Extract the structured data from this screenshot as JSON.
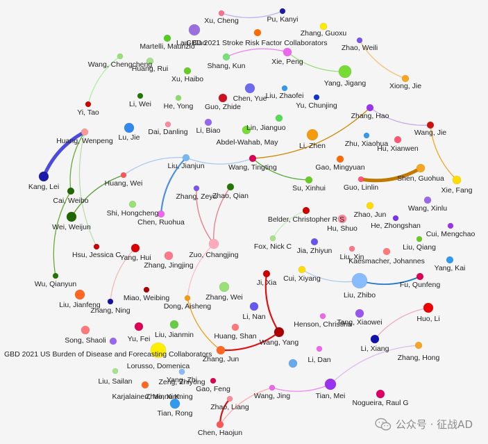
{
  "nodes": [
    {
      "label": "Xu, Cheng",
      "color": "#ff6f8a"
    },
    {
      "label": "Pu, Kanyi",
      "color": "#1a1aa8"
    },
    {
      "label": "Lau, Gao",
      "color": "#9b6ee0"
    },
    {
      "label": "GBD 2021 Stroke Risk Factor Collaborators",
      "color": "#ff6a00"
    },
    {
      "label": "Zhang, Guoxu",
      "color": "#ffea00"
    },
    {
      "label": "Martelli, Maurizio",
      "color": "#55cc22"
    },
    {
      "label": "Zhao, Weili",
      "color": "#7755ee"
    },
    {
      "label": "Wang, Chengcheng",
      "color": "#99e077"
    },
    {
      "label": "Huang, Rui",
      "color": "#a6e38a"
    },
    {
      "label": "Shang, Kun",
      "color": "#77e077"
    },
    {
      "label": "Xie, Peng",
      "color": "#ee66ee"
    },
    {
      "label": "Yang, Jigang",
      "color": "#77dd33"
    },
    {
      "label": "Xu, Haibo",
      "color": "#66cc22"
    },
    {
      "label": "Xiong, Jie",
      "color": "#f5a623"
    },
    {
      "label": "Yi, Tao",
      "color": "#cc0000"
    },
    {
      "label": "Li, Wei",
      "color": "#227700"
    },
    {
      "label": "He, Yong",
      "color": "#88dd66"
    },
    {
      "label": "Guo, Zhide",
      "color": "#cc1122"
    },
    {
      "label": "Chen, Yue",
      "color": "#6c6cee"
    },
    {
      "label": "Liu, Zhaofei",
      "color": "#3399ee"
    },
    {
      "label": "Yu, Chunjing",
      "color": "#1133cc"
    },
    {
      "label": "Zhang, Hao",
      "color": "#9933ee"
    },
    {
      "label": "Wang, Jie",
      "color": "#cc1111"
    },
    {
      "label": "Huang, Wenpeng",
      "color": "#ff9999"
    },
    {
      "label": "Lu, Jie",
      "color": "#3388ee"
    },
    {
      "label": "Dai, Danling",
      "color": "#ff8899"
    },
    {
      "label": "Li, Biao",
      "color": "#9966ee"
    },
    {
      "label": "Lin, Jianguo",
      "color": "#77dd33"
    },
    {
      "label": "Abdel-Wahab, May",
      "color": "#55dd55"
    },
    {
      "label": "Li, Zhen",
      "color": "#f39c12"
    },
    {
      "label": "Zhu, Xiaohua",
      "color": "#3399ee"
    },
    {
      "label": "Hu, Xianwen",
      "color": "#ff5577"
    },
    {
      "label": "Kang, Lei",
      "color": "#1a1aa8"
    },
    {
      "label": "Liu, Jianjun",
      "color": "#77b8ee"
    },
    {
      "label": "Wang, Tingting",
      "color": "#dd0055"
    },
    {
      "label": "Gao, Mingyuan",
      "color": "#ff6a00"
    },
    {
      "label": "Shen, Guohua",
      "color": "#f5a623"
    },
    {
      "label": "Xie, Fang",
      "color": "#ffdd00"
    },
    {
      "label": "Huang, Wei",
      "color": "#ff5555"
    },
    {
      "label": "Cai, Weibo",
      "color": "#226600"
    },
    {
      "label": "Zhang, Zeyu",
      "color": "#7755ee"
    },
    {
      "label": "Zhao, Qian",
      "color": "#227700"
    },
    {
      "label": "Su, Xinhui",
      "color": "#66cc22"
    },
    {
      "label": "Guo, Linlin",
      "color": "#ff5577"
    },
    {
      "label": "Shi, Hongcheng",
      "color": "#99e077"
    },
    {
      "label": "Chen, Ruohua",
      "color": "#ee66ee"
    },
    {
      "label": "Wei, Weijun",
      "color": "#226600"
    },
    {
      "label": "Belder, Christopher R S",
      "color": "#cc0000"
    },
    {
      "label": "Zhao, Jun",
      "color": "#ffdd00"
    },
    {
      "label": "Wang, Xinlu",
      "color": "#9966ee"
    },
    {
      "label": "He, Zhongshan",
      "color": "#7733ee"
    },
    {
      "label": "Hu, Shuo",
      "color": "#ff8899"
    },
    {
      "label": "Cui, Mengchao",
      "color": "#9933ee"
    },
    {
      "label": "Hsu, Jessica C",
      "color": "#cc0000"
    },
    {
      "label": "Yang, Hui",
      "color": "#dd0000"
    },
    {
      "label": "Zuo, Changjing",
      "color": "#ffaabb"
    },
    {
      "label": "Fox, Nick C",
      "color": "#a6e38a"
    },
    {
      "label": "Jia, Zhiyun",
      "color": "#6655ee"
    },
    {
      "label": "Liu, Qiang",
      "color": "#66cc22"
    },
    {
      "label": "Zhang, Jingjing",
      "color": "#ff7788"
    },
    {
      "label": "Liu, Xin",
      "color": "#ff7788"
    },
    {
      "label": "Kaesmacher, Johannes",
      "color": "#ff7777"
    },
    {
      "label": "Yang, Kai",
      "color": "#3399ee"
    },
    {
      "label": "Wu, Qianyun",
      "color": "#227700"
    },
    {
      "label": "Ji, Xia",
      "color": "#cc0000"
    },
    {
      "label": "Cui, Xiyang",
      "color": "#ffdd00"
    },
    {
      "label": "Fu, Qunfeng",
      "color": "#dd0055"
    },
    {
      "label": "Liu, Jianfeng",
      "color": "#ff6622"
    },
    {
      "label": "Miao, Weibing",
      "color": "#aa0000"
    },
    {
      "label": "Zhang, Ning",
      "color": "#1111aa"
    },
    {
      "label": "Dong, Aisheng",
      "color": "#f39c12"
    },
    {
      "label": "Zhang, Wei",
      "color": "#99e077"
    },
    {
      "label": "Liu, Zhibo",
      "color": "#88bbff"
    },
    {
      "label": "Li, Nan",
      "color": "#6655ee"
    },
    {
      "label": "Huo, Li",
      "color": "#ee0000"
    },
    {
      "label": "Song, Shaoli",
      "color": "#ff7777"
    },
    {
      "label": "Yu, Fei",
      "color": "#dd0055"
    },
    {
      "label": "Liu, Jianmin",
      "color": "#66cc44"
    },
    {
      "label": "Huang, Shan",
      "color": "#ff7777"
    },
    {
      "label": "Henson, Christina",
      "color": "#ee66ee"
    },
    {
      "label": "Tang, Xiaowei",
      "color": "#9955ee"
    },
    {
      "label": "Wang, Yang",
      "color": "#aa0000"
    },
    {
      "label": "GBD 2021 US Burden of Disease and Forecasting Collaborators",
      "color": "#ffee00"
    },
    {
      "label": "Li, Xiang",
      "color": "#1111aa"
    },
    {
      "label": "Zhang, Hong",
      "color": "#f5a623"
    },
    {
      "label": "Lorusso, Domenica",
      "color": "#a6e38a"
    },
    {
      "label": "Zhang, Jun",
      "color": "#ff6622"
    },
    {
      "label": "Li, Dan",
      "color": "#ee66ee"
    },
    {
      "label": "Liu, Sailan",
      "color": "#9966ee"
    },
    {
      "label": "Zeng, Zhiyong",
      "color": "#a6e38a"
    },
    {
      "label": "Yang, Zhi",
      "color": "#88bbff"
    },
    {
      "label": "Karjalainen, Minna K",
      "color": "#66aaee"
    },
    {
      "label": "Zhao, Xinming",
      "color": "#ff6622"
    },
    {
      "label": "Gao, Feng",
      "color": "#dd0055"
    },
    {
      "label": "Wang, Jing",
      "color": "#ee66ee"
    },
    {
      "label": "Tian, Mei",
      "color": "#9933ee"
    },
    {
      "label": "Nogueira, Raul G",
      "color": "#dd0066"
    },
    {
      "label": "Tian, Rong",
      "color": "#3399ee"
    },
    {
      "label": "Zhao, Liang",
      "color": "#ff8899"
    },
    {
      "label": "Chen, Haojun",
      "color": "#ff5555"
    }
  ],
  "links": [
    {
      "from": "Xu, Cheng",
      "to": "Pu, Kanyi",
      "color": "#b9b3ee"
    },
    {
      "from": "Xie, Peng",
      "to": "Shang, Kun",
      "color": "#ee88ee"
    },
    {
      "from": "Xie, Peng",
      "to": "Yang, Jigang",
      "color": "#99dd77"
    },
    {
      "from": "Zhao, Weili",
      "to": "Xiong, Jie",
      "color": "#f5c07a"
    },
    {
      "from": "Wang, Chengcheng",
      "to": "Yi, Tao",
      "color": "#aaeea0"
    },
    {
      "from": "Huang, Wenpeng",
      "to": "Kang, Lei",
      "color": "#4b4bdd"
    },
    {
      "from": "Huang, Wenpeng",
      "to": "Cai, Weibo",
      "color": "#66aa33"
    },
    {
      "from": "Huang, Wenpeng",
      "to": "Hsu, Jessica C",
      "color": "#bbddaa"
    },
    {
      "from": "Cai, Weibo",
      "to": "Wu, Qianyun",
      "color": "#66aa33"
    },
    {
      "from": "Huang, Wei",
      "to": "Wei, Weijun",
      "color": "#559933"
    },
    {
      "from": "Liu, Jianjun",
      "to": "Wang, Tingting",
      "color": "#a8c8ee"
    },
    {
      "from": "Liu, Jianjun",
      "to": "Huang, Wei",
      "color": "#a8c8ee"
    },
    {
      "from": "Liu, Jianjun",
      "to": "Chen, Ruohua",
      "color": "#4a90e2"
    },
    {
      "from": "Wang, Tingting",
      "to": "Su, Xinhui",
      "color": "#55aa33"
    },
    {
      "from": "Wang, Tingting",
      "to": "Zhang, Hao",
      "color": "#cc8800"
    },
    {
      "from": "Zhang, Hao",
      "to": "Wang, Jie",
      "color": "#c0a8ee"
    },
    {
      "from": "Wang, Jie",
      "to": "Xie, Fang",
      "color": "#f5a623"
    },
    {
      "from": "Guo, Linlin",
      "to": "Shen, Guohua",
      "color": "#c07a00"
    },
    {
      "from": "Zhang, Zeyu",
      "to": "Zuo, Changjing",
      "color": "#ee7788"
    },
    {
      "from": "Zhao, Qian",
      "to": "Zuo, Changjing",
      "color": "#ee7788"
    },
    {
      "from": "Zuo, Changjing",
      "to": "Dong, Aisheng",
      "color": "#ffbbcc"
    },
    {
      "from": "Dong, Aisheng",
      "to": "Zhang, Jun",
      "color": "#f39c12"
    },
    {
      "from": "Zhang, Jun",
      "to": "Wang, Yang",
      "color": "#dd1111"
    },
    {
      "from": "Ji, Xia",
      "to": "Wang, Yang",
      "color": "#dd1111"
    },
    {
      "from": "Yang, Hui",
      "to": "Zhang, Ning",
      "color": "#eebbbb"
    },
    {
      "from": "Belder, Christopher R S",
      "to": "Fox, Nick C",
      "color": "#c8eeb8"
    },
    {
      "from": "Cui, Xiyang",
      "to": "Liu, Zhibo",
      "color": "#a8c8ee"
    },
    {
      "from": "Liu, Zhibo",
      "to": "Fu, Qunfeng",
      "color": "#2277cc"
    },
    {
      "from": "Huo, Li",
      "to": "Li, Xiang",
      "color": "#eeaabb"
    },
    {
      "from": "Zhang, Hong",
      "to": "Tian, Mei",
      "color": "#ddbbee"
    },
    {
      "from": "Wang, Jing",
      "to": "Tian, Mei",
      "color": "#ee88ee"
    },
    {
      "from": "Wang, Jing",
      "to": "Chen, Haojun",
      "color": "#ffaaaa"
    },
    {
      "from": "Zhao, Liang",
      "to": "Chen, Haojun",
      "color": "#dd1111"
    }
  ],
  "watermark": {
    "text": "公众号 · 征战AD",
    "icon": "wechat-icon"
  }
}
